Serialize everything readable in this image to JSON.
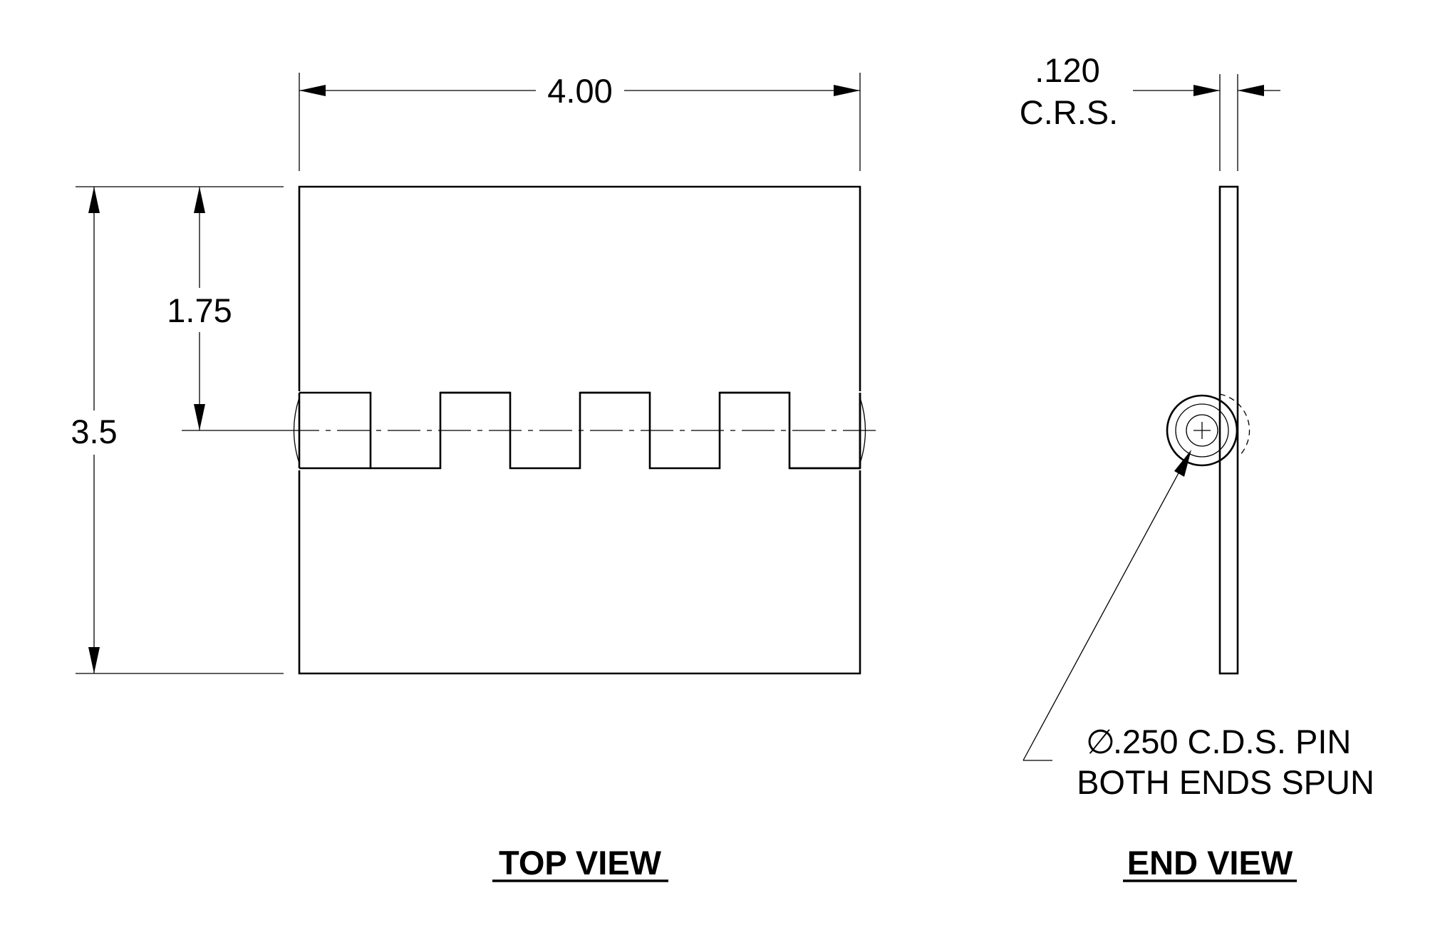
{
  "top_view": {
    "title": "TOP VIEW",
    "dim_width": "4.00",
    "dim_height": "3.5",
    "dim_half_height": "1.75"
  },
  "end_view": {
    "title": "END VIEW",
    "dim_thickness_value": ".120",
    "dim_thickness_material": "C.R.S.",
    "pin_symbol": "∅",
    "pin_note_line1": ".250 C.D.S. PIN",
    "pin_note_line2": "BOTH ENDS SPUN"
  }
}
